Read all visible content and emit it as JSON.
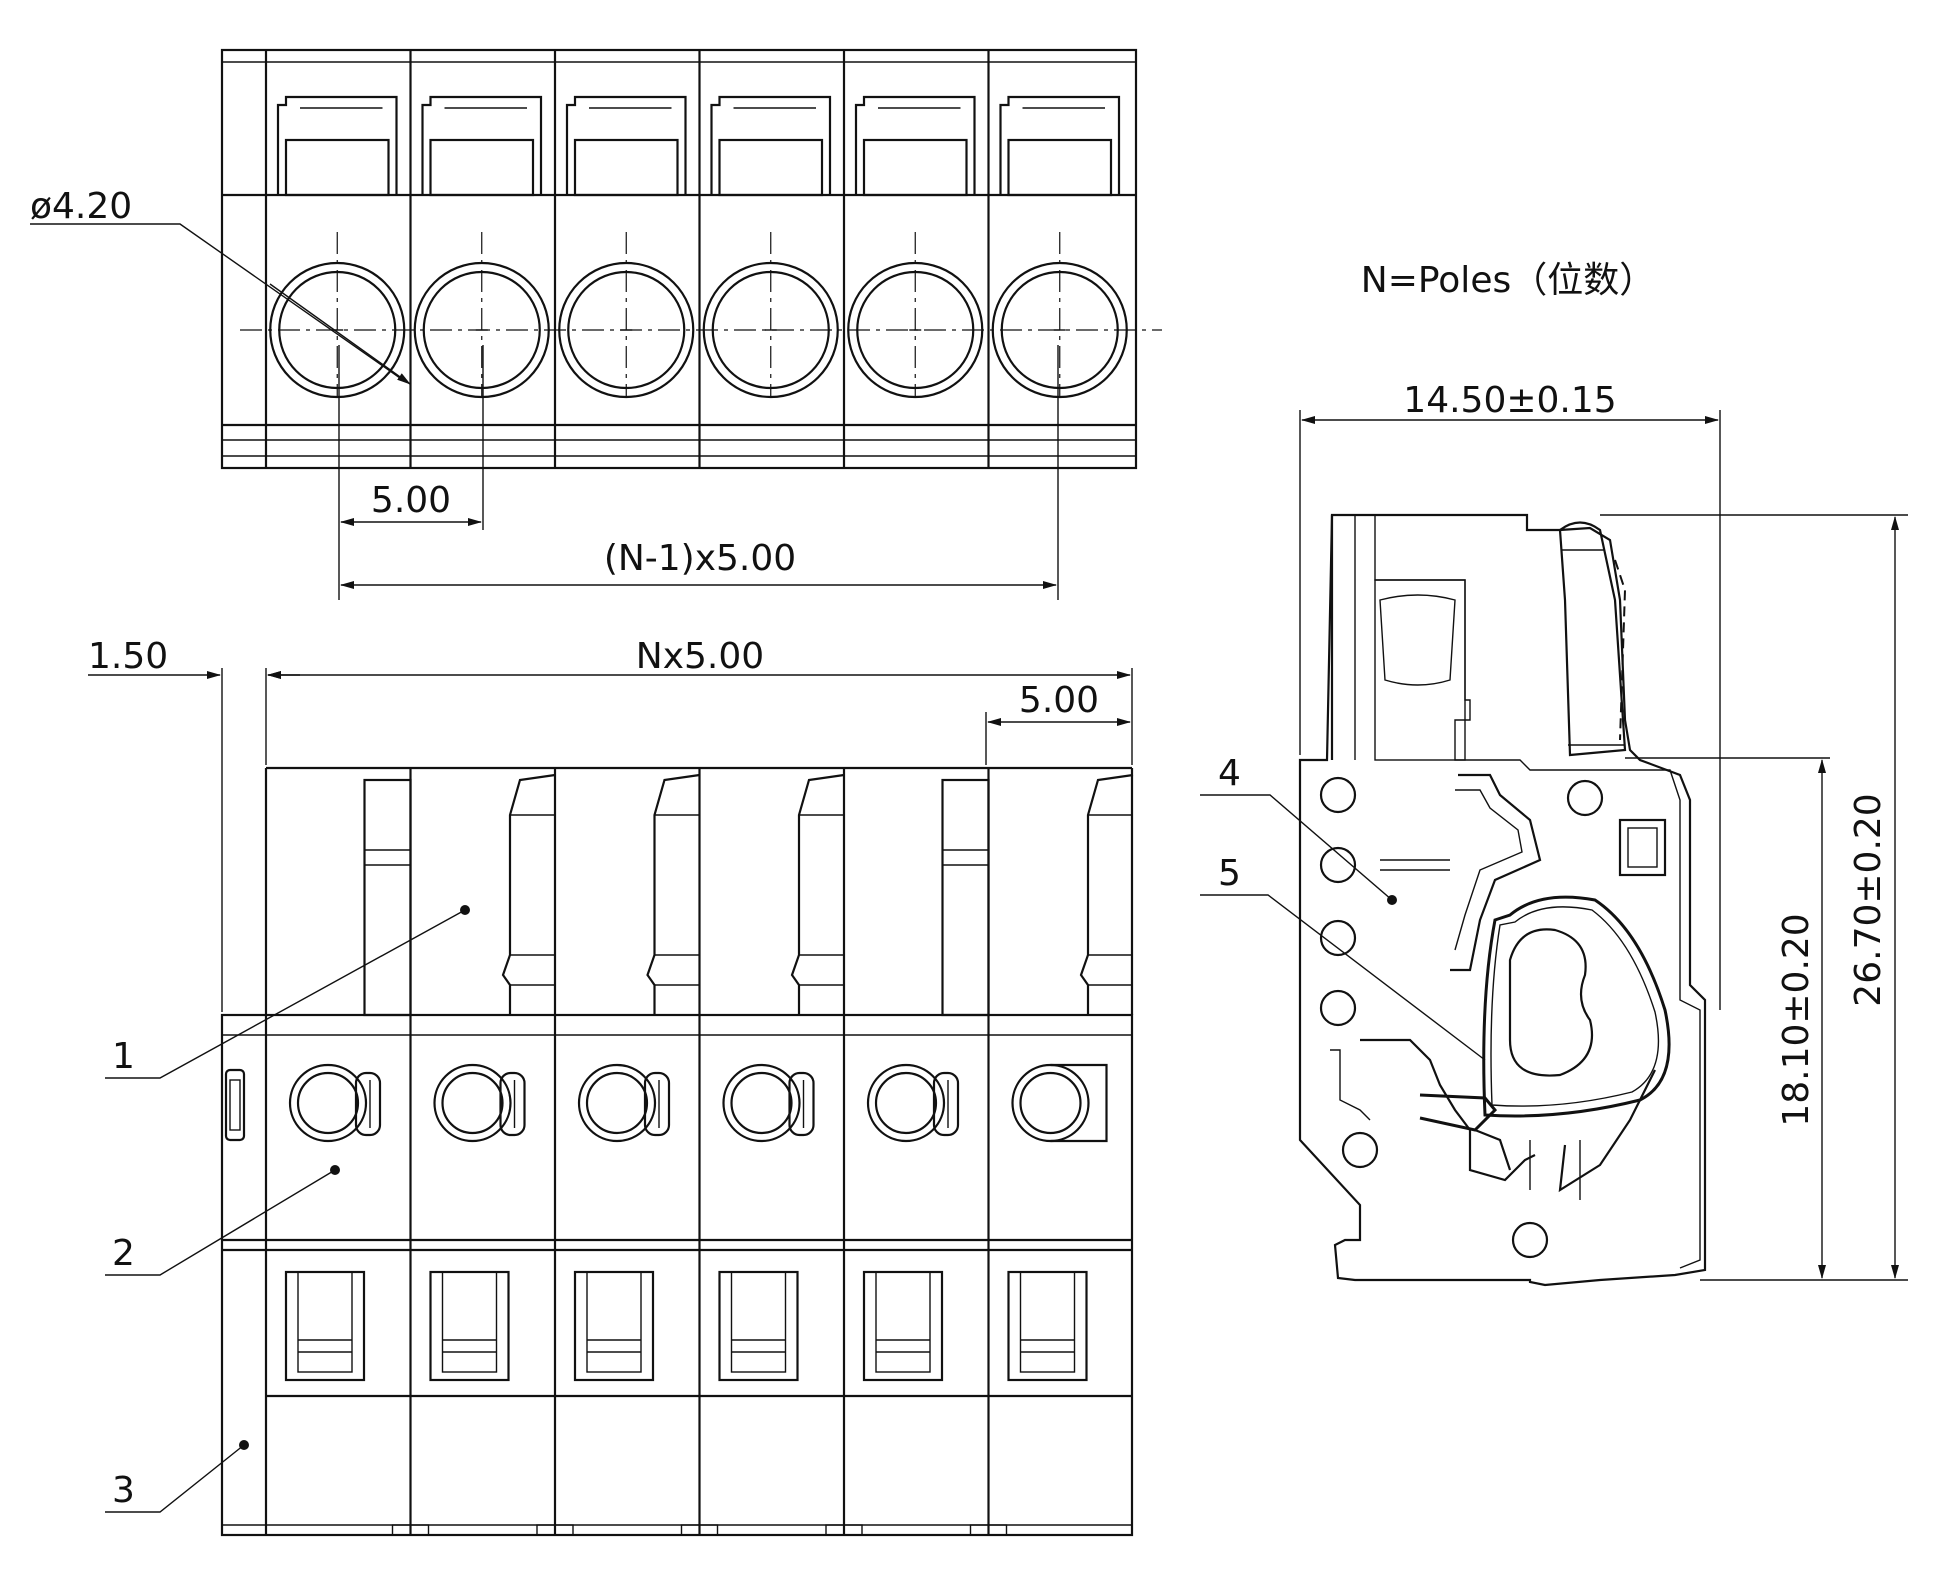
{
  "dimensions": {
    "hole_diameter": "ø4.20",
    "pitch_top": "5.00",
    "span_top": "(N-1)x5.00",
    "edge_offset": "1.50",
    "total_width": "Nx5.00",
    "pitch_front": "5.00",
    "side_width": "14.50±0.15",
    "height_inner": "18.10±0.20",
    "height_total": "26.70±0.20"
  },
  "note": "N=Poles（位数）",
  "callouts": [
    "1",
    "2",
    "3",
    "4",
    "5"
  ]
}
